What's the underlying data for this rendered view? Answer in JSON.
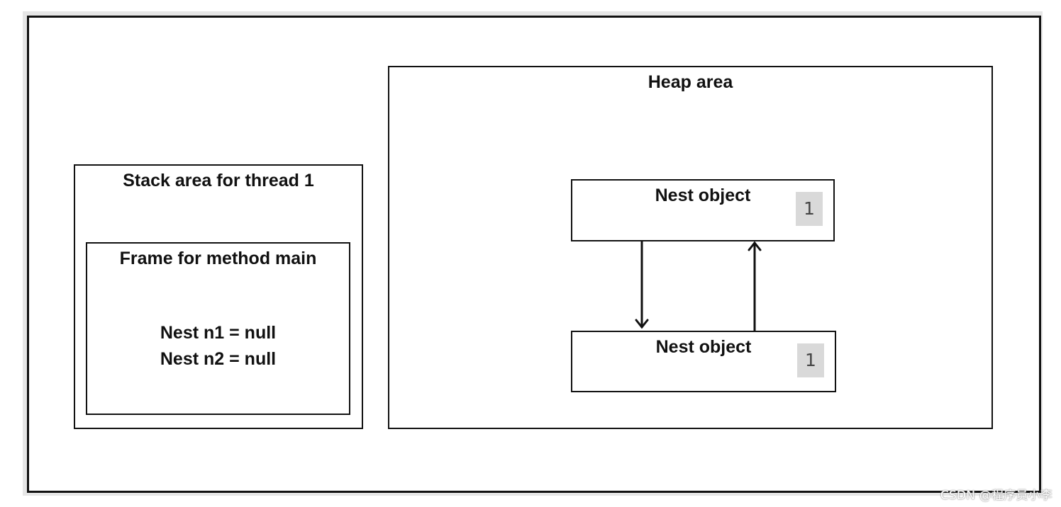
{
  "stack_area": {
    "title": "Stack area for thread 1",
    "frame": {
      "title": "Frame for method main",
      "variables": [
        "Nest n1 = null",
        "Nest n2 = null"
      ]
    }
  },
  "heap_area": {
    "title": "Heap area",
    "objects": [
      {
        "label": "Nest object",
        "ref_count": "1"
      },
      {
        "label": "Nest object",
        "ref_count": "1"
      }
    ]
  },
  "watermark": "CSDN @程序员小李",
  "colors": {
    "border": "#111111",
    "refcount_bg": "#d9d9d9",
    "outer_shadow": "#e6e6e6"
  }
}
